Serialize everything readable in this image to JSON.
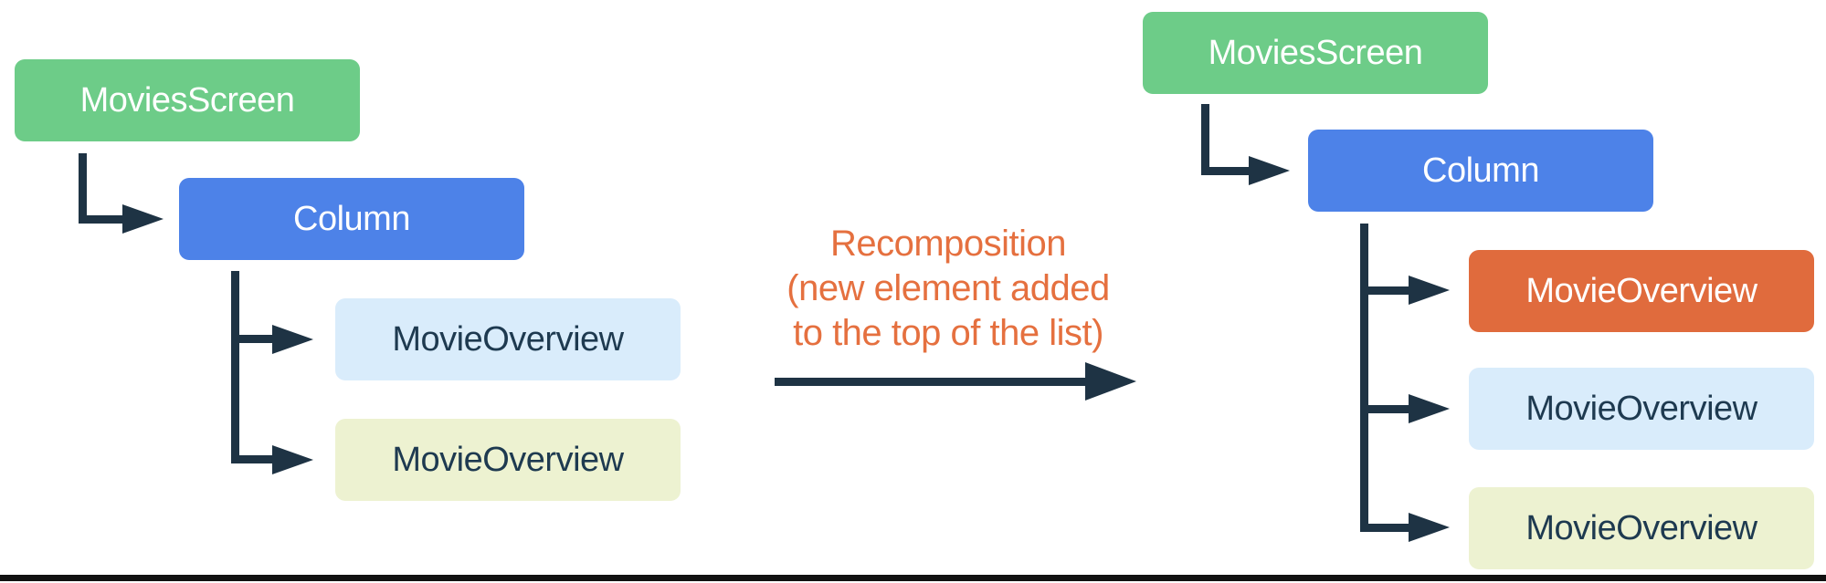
{
  "palette": {
    "green": "#6DCC88",
    "blue": "#4D82E8",
    "light_blue": "#D9ECFB",
    "light_yellow": "#EDF2D1",
    "orange": "#E06B3D",
    "connector": "#1E3344",
    "transition_text": "#E5703F",
    "node_text_light": "#FFFFFF",
    "node_text_dark": "#1E3A50",
    "bottom_border": "#111111"
  },
  "left_tree": {
    "nodes": [
      {
        "label": "MoviesScreen",
        "bg": "#6DCC88",
        "fg": "#FFFFFF"
      },
      {
        "label": "Column",
        "bg": "#4D82E8",
        "fg": "#FFFFFF"
      },
      {
        "label": "MovieOverview",
        "bg": "#D9ECFB",
        "fg": "#1E3A50"
      },
      {
        "label": "MovieOverview",
        "bg": "#EDF2D1",
        "fg": "#1E3A50"
      }
    ]
  },
  "transition": {
    "label": "Recomposition\n(new element added\nto the top of the list)"
  },
  "right_tree": {
    "nodes": [
      {
        "label": "MoviesScreen",
        "bg": "#6DCC88",
        "fg": "#FFFFFF"
      },
      {
        "label": "Column",
        "bg": "#4D82E8",
        "fg": "#FFFFFF"
      },
      {
        "label": "MovieOverview",
        "bg": "#E06B3D",
        "fg": "#FFFFFF"
      },
      {
        "label": "MovieOverview",
        "bg": "#D9ECFB",
        "fg": "#1E3A50"
      },
      {
        "label": "MovieOverview",
        "bg": "#EDF2D1",
        "fg": "#1E3A50"
      }
    ]
  }
}
